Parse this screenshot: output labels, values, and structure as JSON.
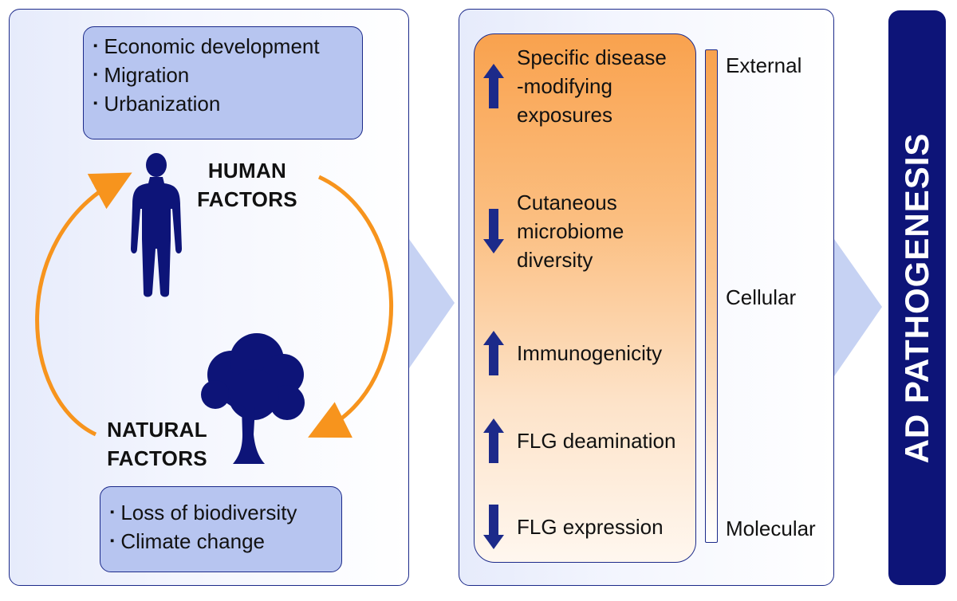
{
  "left_panel": {
    "top_list": [
      "Economic development",
      "Migration",
      "Urbanization"
    ],
    "bullet": "▪",
    "human_label_line1": "HUMAN",
    "human_label_line2": "FACTORS",
    "natural_label_line1": "NATURAL",
    "natural_label_line2": "FACTORS",
    "bottom_list": [
      "Loss of biodiversity",
      "Climate change"
    ]
  },
  "middle_panel": {
    "items": [
      {
        "lines": [
          "Specific disease",
          "-modifying",
          "exposures"
        ],
        "direction": "up"
      },
      {
        "lines": [
          "Cutaneous",
          "microbiome",
          "diversity"
        ],
        "direction": "down"
      },
      {
        "lines": [
          "Immunogenicity"
        ],
        "direction": "up"
      },
      {
        "lines": [
          "FLG deamination"
        ],
        "direction": "up"
      },
      {
        "lines": [
          "FLG expression"
        ],
        "direction": "down"
      }
    ],
    "scale_labels": [
      "External",
      "Cellular",
      "Molecular"
    ]
  },
  "outcome": {
    "label": "AD PATHOGENESIS"
  },
  "colors": {
    "navy": "#0d1478",
    "orange": "#f7941d",
    "light_blue": "#b7c5f0",
    "chevron": "#c6d2f3"
  },
  "icons": [
    "human-figure-icon",
    "tree-icon",
    "up-arrow-icon",
    "down-arrow-icon",
    "chevron-right-icon"
  ]
}
